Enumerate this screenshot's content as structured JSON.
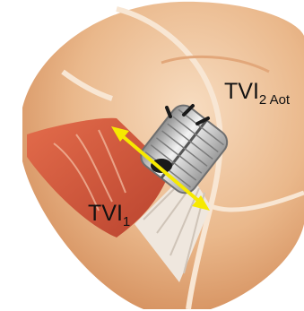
{
  "labels": {
    "tvi2": {
      "base": "TVI",
      "sub": "2 Aot"
    },
    "tvi1": {
      "base": "TVI",
      "sub": "1"
    }
  },
  "colors": {
    "tissue": "#e9b583",
    "tissue_dark": "#c97a4c",
    "myocardium": "#d95a3c",
    "chordae": "#f4efe9",
    "valve_metal": "#c9c9c9",
    "arrow": "#f6e900"
  }
}
